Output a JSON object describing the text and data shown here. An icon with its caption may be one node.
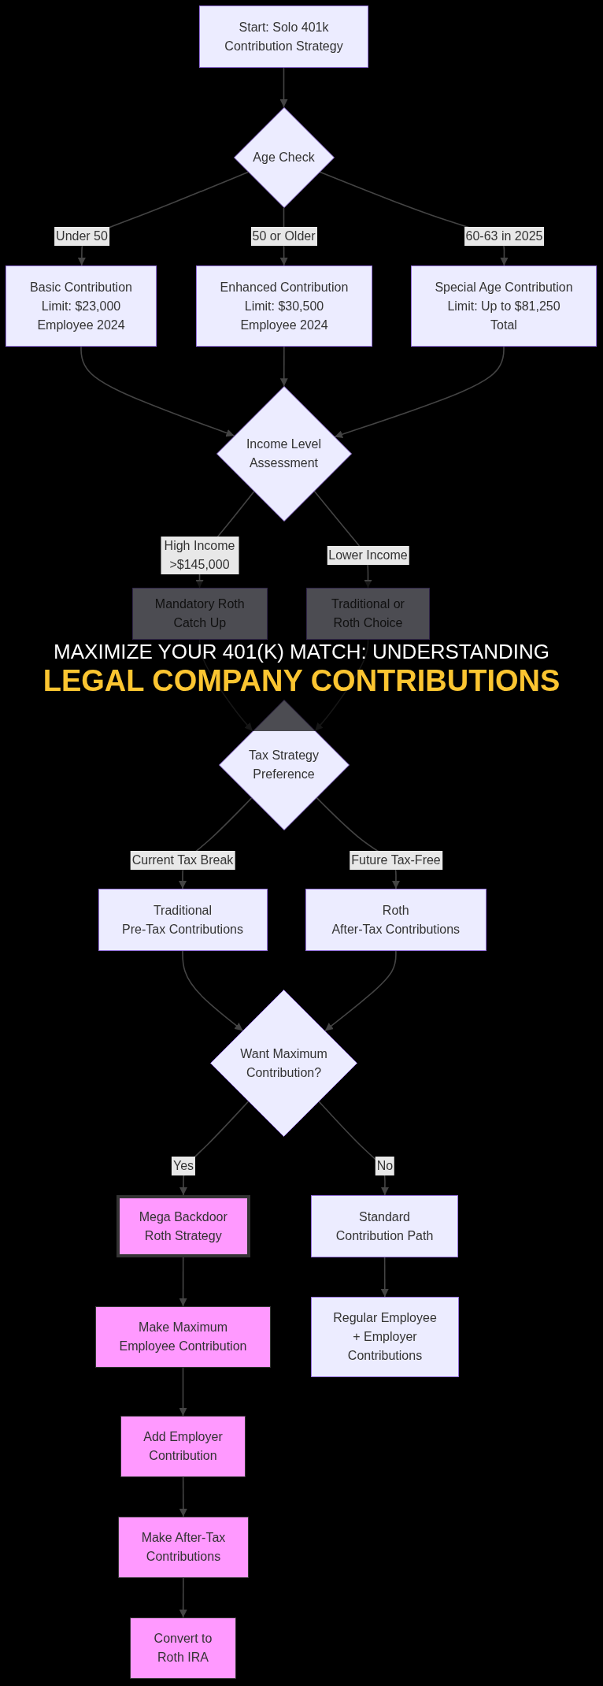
{
  "diagram": {
    "title": "MAXIMIZE YOUR 401(K) MATCH: UNDERSTANDING **LEGAL COMPANY CONTRIBUTIONS**",
    "nodes": [
      {
        "text": [
          "Start: Solo 401k Contribution Strategy"
        ]
      },
      {
        "text": [
          "Age Check"
        ]
      },
      {
        "text": [
          "Basic Contribution Limit: $23,000 Employee 2024"
        ]
      },
      {
        "text": [
          "Enhanced Contribution Limit: $30,500 Employee 2024"
        ]
      },
      {
        "text": [
          "Special Age Contribution Limit: Up to $81,250 Total"
        ]
      },
      {
        "text": [
          "Income Level Assessment"
        ]
      },
      {
        "text": [
          "Mandatory Roth Catch Up"
        ]
      },
      {
        "text": [
          "Traditional or Roth Choice"
        ]
      },
      {
        "text": [
          "Tax Strategy Preference"
        ]
      },
      {
        "text": [
          "Traditional",
          "Pre-Tax Contributions"
        ]
      },
      {
        "text": [
          "Roth",
          "After-Tax Contributions"
        ]
      },
      {
        "text": [
          "Want Maximum Contribution?"
        ]
      },
      {
        "text": [
          "Mega Backdoor Roth Strategy"
        ]
      },
      {
        "text": [
          "Standard Contribution Path"
        ]
      },
      {
        "text": [
          "Make Maximum Employee Contribution"
        ]
      },
      {
        "text": [
          "Regular Employee + Employer Contributions"
        ]
      },
      {
        "text": [
          "Add Employer Contribution"
        ]
      },
      {
        "text": [
          "Make After-Tax Contributions"
        ]
      },
      {
        "text": [
          "Convert to Roth IRA"
        ]
      }
    ],
    "edges": [
      {
        "from": 0,
        "to": 1,
        "arrow": "to"
      },
      {
        "from": 1,
        "to": 2,
        "arrow": "to",
        "label": "Under 50"
      },
      {
        "from": 1,
        "to": 3,
        "arrow": "to",
        "label": "50 or Older"
      },
      {
        "from": 1,
        "to": 4,
        "arrow": "to",
        "label": "60-63 in 2025"
      },
      {
        "from": 2,
        "to": 5,
        "arrow": "to"
      },
      {
        "from": 3,
        "to": 5,
        "arrow": "to"
      },
      {
        "from": 4,
        "to": 5,
        "arrow": "to"
      },
      {
        "from": 5,
        "to": 6,
        "arrow": "to",
        "label": "High Income >$145,000"
      },
      {
        "from": 5,
        "to": 7,
        "arrow": "to",
        "label": "Lower Income"
      },
      {
        "from": 6,
        "to": 8,
        "arrow": "to"
      },
      {
        "from": 7,
        "to": 8,
        "arrow": "to"
      },
      {
        "from": 8,
        "to": 9,
        "arrow": "to",
        "label": "Current Tax Break"
      },
      {
        "from": 8,
        "to": 10,
        "arrow": "to",
        "label": "Future Tax-Free"
      },
      {
        "from": 9,
        "to": 11,
        "arrow": "to"
      },
      {
        "from": 10,
        "to": 11,
        "arrow": "to"
      },
      {
        "from": 11,
        "to": 12,
        "arrow": "to",
        "label": "Yes"
      },
      {
        "from": 11,
        "to": 13,
        "arrow": "to",
        "label": "No"
      },
      {
        "from": 12,
        "to": 14,
        "arrow": "to"
      },
      {
        "from": 13,
        "to": 15,
        "arrow": "to"
      },
      {
        "from": 14,
        "to": 16,
        "arrow": "to"
      },
      {
        "from": 16,
        "to": 17,
        "arrow": "to"
      },
      {
        "from": 17,
        "to": 18,
        "arrow": "to"
      }
    ]
  }
}
